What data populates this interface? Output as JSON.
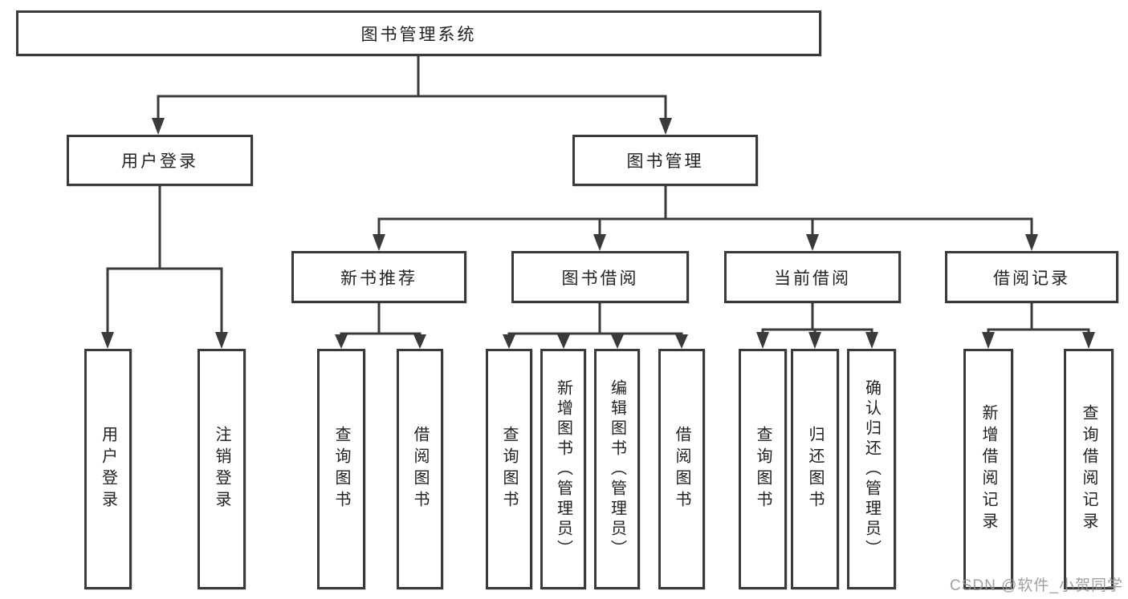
{
  "colors": {
    "line": "#3a3a3a",
    "text": "#222222",
    "watermark": "#969696"
  },
  "tree": {
    "root": {
      "label": "图书管理系统"
    },
    "branches": [
      {
        "label": "用户登录",
        "children": [
          {
            "label": "用户登录"
          },
          {
            "label": "注销登录"
          }
        ]
      },
      {
        "label": "图书管理",
        "groups": [
          {
            "label": "新书推荐",
            "children": [
              {
                "label": "查询图书"
              },
              {
                "label": "借阅图书"
              }
            ]
          },
          {
            "label": "图书借阅",
            "children": [
              {
                "label": "查询图书"
              },
              {
                "label": "新增图书（管理员）"
              },
              {
                "label": "编辑图书（管理员）"
              },
              {
                "label": "借阅图书"
              }
            ]
          },
          {
            "label": "当前借阅",
            "children": [
              {
                "label": "查询图书"
              },
              {
                "label": "归还图书"
              },
              {
                "label": "确认归还（管理员）"
              }
            ]
          },
          {
            "label": "借阅记录",
            "children": [
              {
                "label": "新增借阅记录"
              },
              {
                "label": "查询借阅记录"
              }
            ]
          }
        ]
      }
    ]
  },
  "watermark": {
    "text": "CSDN @软件_小贺同学"
  }
}
